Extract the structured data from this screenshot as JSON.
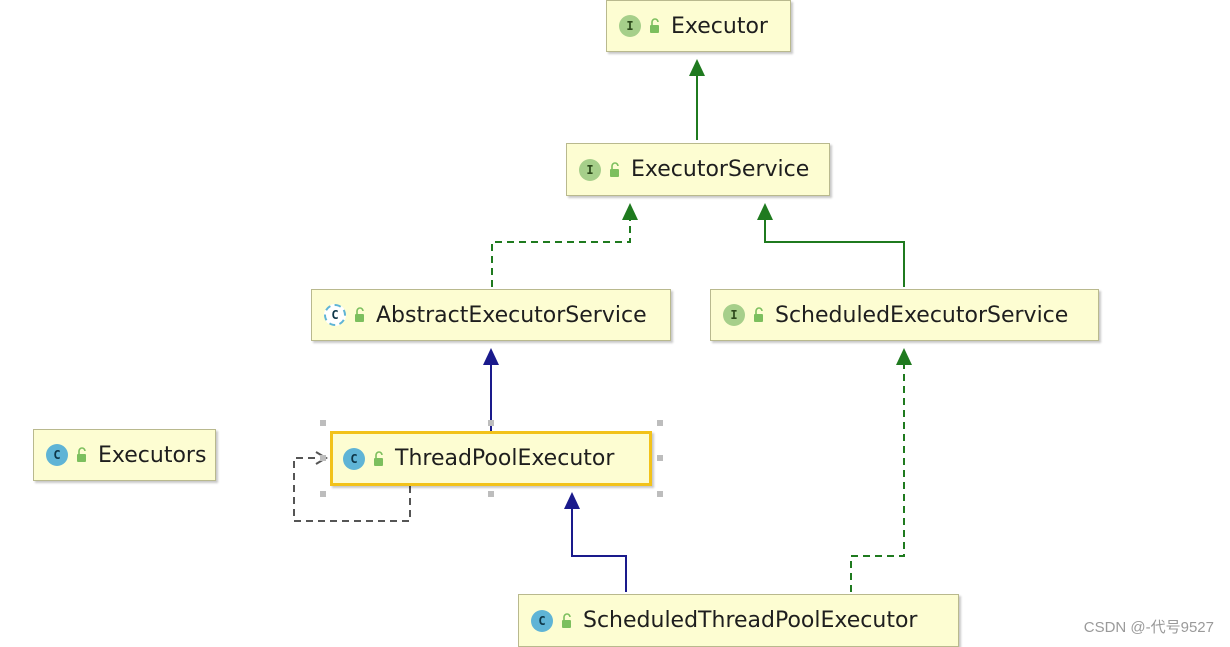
{
  "nodes": {
    "executor": {
      "kind": "interface",
      "kind_letter": "I",
      "name": "Executor"
    },
    "executor_service": {
      "kind": "interface",
      "kind_letter": "I",
      "name": "ExecutorService"
    },
    "abstract_executor_service": {
      "kind": "abstract class",
      "kind_letter": "C",
      "name": "AbstractExecutorService"
    },
    "scheduled_executor_service": {
      "kind": "interface",
      "kind_letter": "I",
      "name": "ScheduledExecutorService"
    },
    "executors": {
      "kind": "class",
      "kind_letter": "C",
      "name": "Executors"
    },
    "thread_pool_executor": {
      "kind": "class",
      "kind_letter": "C",
      "name": "ThreadPoolExecutor",
      "selected": true
    },
    "scheduled_thread_pool_executor": {
      "kind": "class",
      "kind_letter": "C",
      "name": "ScheduledThreadPoolExecutor"
    }
  },
  "relations": [
    {
      "from": "ExecutorService",
      "to": "Executor",
      "type": "extends",
      "style": "solid",
      "color": "#1f7a1f"
    },
    {
      "from": "AbstractExecutorService",
      "to": "ExecutorService",
      "type": "implements",
      "style": "dashed",
      "color": "#1f7a1f"
    },
    {
      "from": "ScheduledExecutorService",
      "to": "ExecutorService",
      "type": "extends",
      "style": "solid",
      "color": "#1f7a1f"
    },
    {
      "from": "ThreadPoolExecutor",
      "to": "AbstractExecutorService",
      "type": "extends",
      "style": "solid",
      "color": "#1a1a8c"
    },
    {
      "from": "ScheduledThreadPoolExecutor",
      "to": "ThreadPoolExecutor",
      "type": "extends",
      "style": "solid",
      "color": "#1a1a8c"
    },
    {
      "from": "ScheduledThreadPoolExecutor",
      "to": "ScheduledExecutorService",
      "type": "implements",
      "style": "dashed",
      "color": "#1f7a1f"
    },
    {
      "from": "ThreadPoolExecutor",
      "to": "ThreadPoolExecutor",
      "type": "self-dependency",
      "style": "dashed",
      "color": "#555555"
    }
  ],
  "colors": {
    "node_fill": "#fdfdd2",
    "selection_border": "#f2c21a",
    "interface_badge": "#a6cf8a",
    "class_badge": "#5fb4d6"
  },
  "watermark": "CSDN @-代号9527"
}
